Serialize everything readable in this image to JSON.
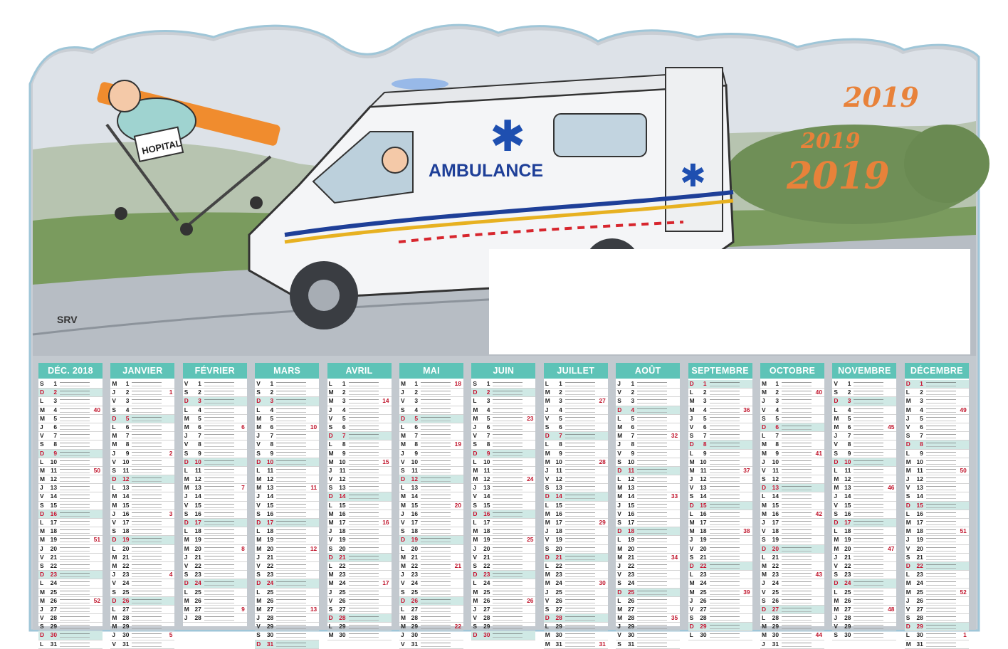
{
  "illustration": {
    "ambulance_label": "AMBULANCE",
    "hospital_sign": "HOPITAL",
    "signature": "SRV",
    "years": [
      "2019",
      "2019",
      "2019"
    ]
  },
  "colors": {
    "header": "#5ec3b7",
    "sunday_row": "#cfe9e5",
    "holiday": "#c8102e",
    "sky": "#d9dee4",
    "grass": "#7a9b5e",
    "road": "#b5bcc3",
    "year_orange": "#e8823a"
  },
  "months": [
    {
      "name": "DÉC. 2018",
      "start": "S",
      "days": 31,
      "weeks": [
        [
          "4",
          "40"
        ],
        [
          "11",
          "50"
        ],
        [
          "19",
          "51"
        ],
        [
          "26",
          "52"
        ]
      ]
    },
    {
      "name": "JANVIER",
      "start": "M",
      "days": 31,
      "weeks": [
        [
          "2",
          "1"
        ],
        [
          "9",
          "2"
        ],
        [
          "16",
          "3"
        ],
        [
          "23",
          "4"
        ],
        [
          "30",
          "5"
        ]
      ]
    },
    {
      "name": "FÉVRIER",
      "start": "V",
      "days": 28,
      "weeks": [
        [
          "6",
          "6"
        ],
        [
          "13",
          "7"
        ],
        [
          "20",
          "8"
        ],
        [
          "27",
          "9"
        ]
      ]
    },
    {
      "name": "MARS",
      "start": "V",
      "days": 31,
      "weeks": [
        [
          "6",
          "10"
        ],
        [
          "13",
          "11"
        ],
        [
          "20",
          "12"
        ],
        [
          "27",
          "13"
        ]
      ]
    },
    {
      "name": "AVRIL",
      "start": "L",
      "days": 30,
      "weeks": [
        [
          "3",
          "14"
        ],
        [
          "10",
          "15"
        ],
        [
          "17",
          "16"
        ],
        [
          "24",
          "17"
        ]
      ]
    },
    {
      "name": "MAI",
      "start": "M",
      "days": 31,
      "weeks": [
        [
          "1",
          "18"
        ],
        [
          "8",
          "19"
        ],
        [
          "15",
          "20"
        ],
        [
          "22",
          "21"
        ],
        [
          "29",
          "22"
        ]
      ]
    },
    {
      "name": "JUIN",
      "start": "S",
      "days": 30,
      "weeks": [
        [
          "5",
          "23"
        ],
        [
          "12",
          "24"
        ],
        [
          "19",
          "25"
        ],
        [
          "26",
          "26"
        ]
      ]
    },
    {
      "name": "JUILLET",
      "start": "L",
      "days": 31,
      "weeks": [
        [
          "3",
          "27"
        ],
        [
          "10",
          "28"
        ],
        [
          "17",
          "29"
        ],
        [
          "24",
          "30"
        ],
        [
          "31",
          "31"
        ]
      ]
    },
    {
      "name": "AOÛT",
      "start": "J",
      "days": 31,
      "weeks": [
        [
          "7",
          "32"
        ],
        [
          "14",
          "33"
        ],
        [
          "21",
          "34"
        ],
        [
          "28",
          "35"
        ]
      ]
    },
    {
      "name": "SEPTEMBRE",
      "start": "D",
      "days": 30,
      "weeks": [
        [
          "4",
          "36"
        ],
        [
          "11",
          "37"
        ],
        [
          "18",
          "38"
        ],
        [
          "25",
          "39"
        ]
      ]
    },
    {
      "name": "OCTOBRE",
      "start": "M",
      "days": 31,
      "weeks": [
        [
          "2",
          "40"
        ],
        [
          "9",
          "41"
        ],
        [
          "16",
          "42"
        ],
        [
          "23",
          "43"
        ],
        [
          "30",
          "44"
        ]
      ]
    },
    {
      "name": "NOVEMBRE",
      "start": "V",
      "days": 30,
      "weeks": [
        [
          "6",
          "45"
        ],
        [
          "13",
          "46"
        ],
        [
          "20",
          "47"
        ],
        [
          "27",
          "48"
        ]
      ]
    },
    {
      "name": "DÉCEMBRE",
      "start": "D",
      "days": 31,
      "weeks": [
        [
          "4",
          "49"
        ],
        [
          "11",
          "50"
        ],
        [
          "18",
          "51"
        ],
        [
          "25",
          "52"
        ],
        [
          "30",
          "1"
        ]
      ]
    }
  ]
}
